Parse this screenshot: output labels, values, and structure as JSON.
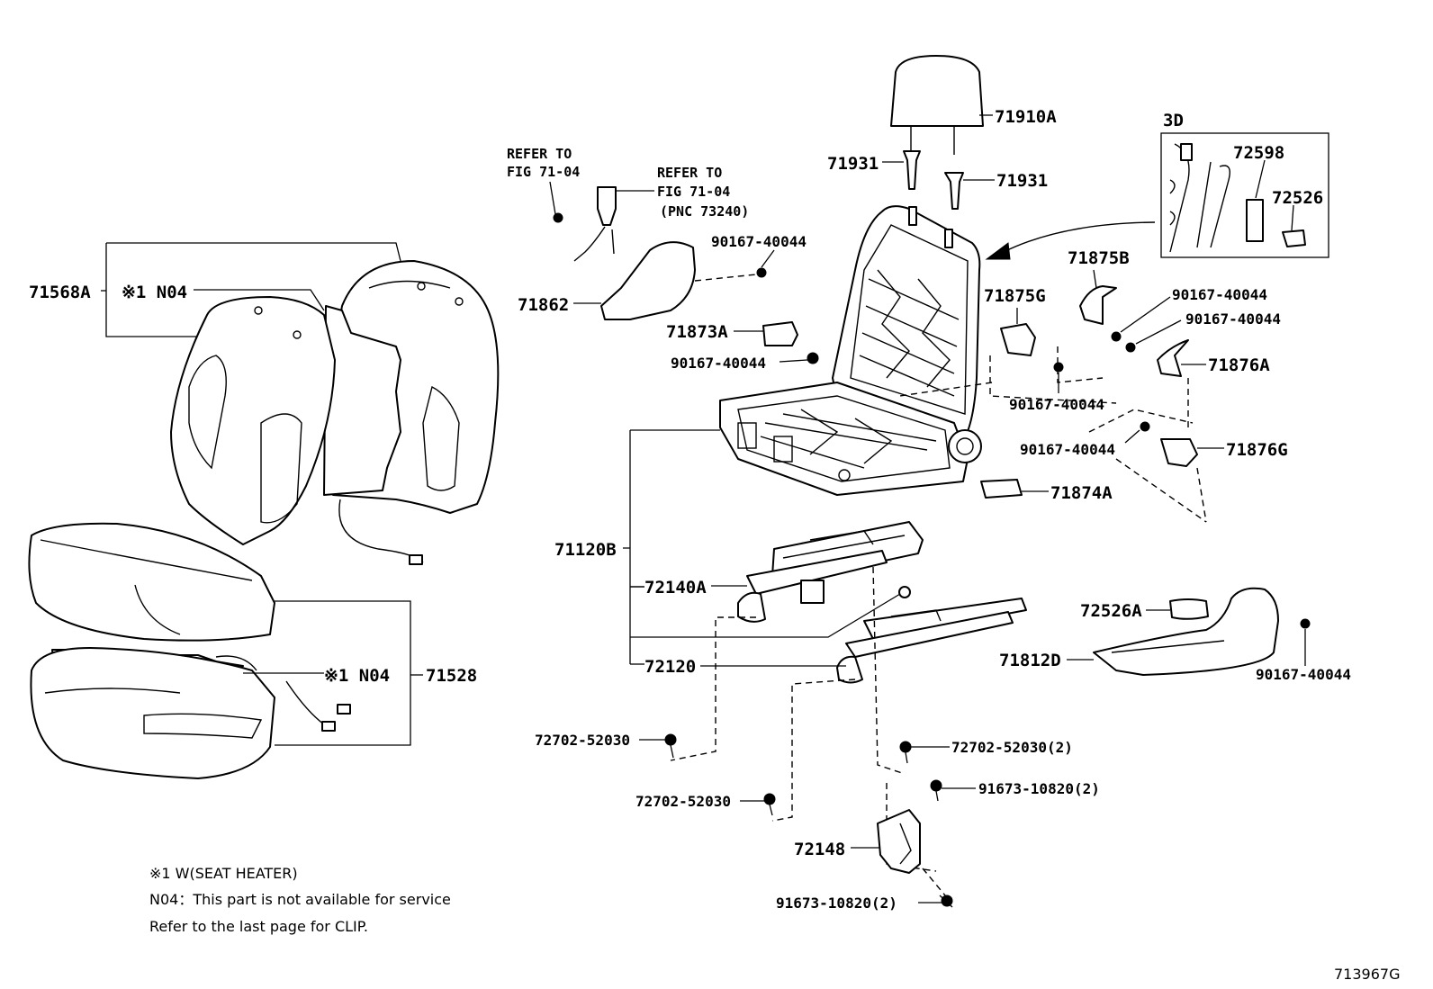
{
  "labels": {
    "p71568A": "71568A",
    "n1n04_back": "※1 N04",
    "p71862": "71862",
    "refer1a": "REFER TO",
    "refer1b": "FIG 71-04",
    "refer2a": "REFER TO",
    "refer2b": "FIG 71-04",
    "refer2c": "(PNC 73240)",
    "p90167_a": "90167-40044",
    "p71873A": "71873A",
    "p90167_b": "90167-40044",
    "p71910A": "71910A",
    "p71931_l": "71931",
    "p71931_r": "71931",
    "view3d": "3D",
    "p72598": "72598",
    "p72526": "72526",
    "p71875B": "71875B",
    "p71875G": "71875G",
    "p90167_c": "90167-40044",
    "p90167_d": "90167-40044",
    "p71876A": "71876A",
    "p90167_e": "90167-40044",
    "p90167_f": "90167-40044",
    "p71876G": "71876G",
    "p71874A": "71874A",
    "p71120B": "71120B",
    "p72140A": "72140A",
    "p72120": "72120",
    "p72526A": "72526A",
    "p71812D": "71812D",
    "p90167_g": "90167-40044",
    "n1n04_cush": "※1  N04",
    "p71528": "71528",
    "p72702_a": "72702-52030",
    "p72702_b": "72702-52030(2)",
    "p72702_c": "72702-52030",
    "p91673_a": "91673-10820(2)",
    "p72148": "72148",
    "p91673_b": "91673-10820(2)"
  },
  "notes": {
    "line1": "※1  W(SEAT HEATER)",
    "line2": "N04：This part is not available for service",
    "line3": "Refer to the last page for CLIP."
  },
  "figure_id": "713967G"
}
